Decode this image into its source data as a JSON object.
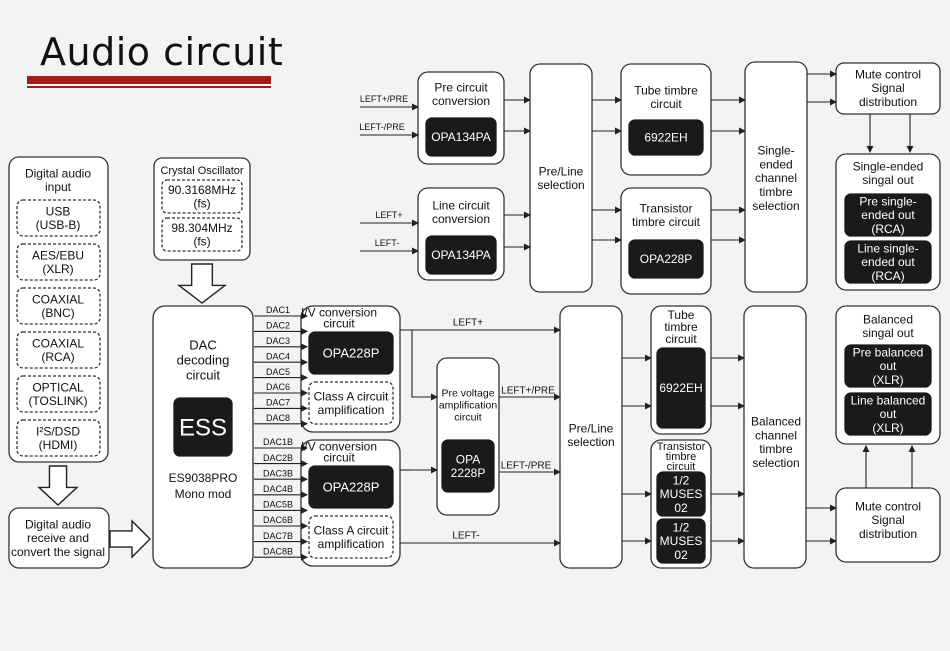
{
  "title": "Audio circuit",
  "colors": {
    "accent": "#a31c1c",
    "dark_box": "#1a1a1a",
    "box_fill": "#ffffff",
    "stroke": "#333333"
  },
  "digital_input": {
    "title": [
      "Digital audio",
      "input"
    ],
    "items": [
      [
        "USB",
        "(USB-B)"
      ],
      [
        "AES/EBU",
        "(XLR)"
      ],
      [
        "COAXIAL",
        "(BNC)"
      ],
      [
        "COAXIAL",
        "(RCA)"
      ],
      [
        "OPTICAL",
        "(TOSLINK)"
      ],
      [
        "I²S/DSD",
        "(HDMI)"
      ]
    ]
  },
  "receive": [
    "Digital audio",
    "receive and",
    "convert the signal"
  ],
  "crystal": {
    "title": "Crystal Oscillator",
    "items": [
      [
        "90.3168MHz",
        "(fs)"
      ],
      [
        "98.304MHz",
        "(fs)"
      ]
    ]
  },
  "dac": {
    "label": [
      "DAC",
      "decoding",
      "circuit"
    ],
    "logo": "ESS",
    "model": [
      "ES9038PRO",
      "Mono mod"
    ]
  },
  "dac_lines_a": [
    "DAC1",
    "DAC2",
    "DAC3",
    "DAC4",
    "DAC5",
    "DAC6",
    "DAC7",
    "DAC8"
  ],
  "dac_lines_b": [
    "DAC1B",
    "DAC2B",
    "DAC3B",
    "DAC4B",
    "DAC5B",
    "DAC6B",
    "DAC7B",
    "DAC8B"
  ],
  "iv_top": {
    "title": [
      "I/V conversion",
      "circuit"
    ],
    "chip": "OPA228P",
    "amp": [
      "Class A circuit",
      "amplification"
    ]
  },
  "iv_bottom": {
    "title": [
      "I/V conversion",
      "circuit"
    ],
    "chip": "OPA228P",
    "amp": [
      "Class A circuit",
      "amplification"
    ]
  },
  "pre_voltage": {
    "title": [
      "Pre voltage",
      "amplification",
      "circuit"
    ],
    "chip": [
      "OPA",
      "2228P"
    ]
  },
  "signal_labels": {
    "left_plus": "LEFT+",
    "left_minus": "LEFT-",
    "left_plus_pre": "LEFT+/PRE",
    "left_minus_pre": "LEFT-/PRE",
    "in_left_plus_pre": "LEFT+/PRE",
    "in_left_minus_pre": "LEFT-/PRE",
    "in_left_plus": "LEFT+",
    "in_left_minus": "LEFT-"
  },
  "pre_circuit": {
    "title": [
      "Pre circuit",
      "conversion"
    ],
    "chip": "OPA134PA"
  },
  "line_circuit": {
    "title": [
      "Line circuit",
      "conversion"
    ],
    "chip": "OPA134PA"
  },
  "pre_line_top": [
    "Pre/Line",
    "selection"
  ],
  "pre_line_bottom": [
    "Pre/Line",
    "selection"
  ],
  "tube_top": {
    "title": [
      "Tube timbre",
      "circuit"
    ],
    "chip": "6922EH"
  },
  "transistor_top": {
    "title": [
      "Transistor",
      "timbre circuit"
    ],
    "chip": "OPA228P"
  },
  "single_timbre": [
    "Single-",
    "ended",
    "channel",
    "timbre",
    "selection"
  ],
  "tube_bottom": {
    "title": [
      "Tube",
      "timbre",
      "circuit"
    ],
    "chip": "6922EH"
  },
  "transistor_bottom": {
    "title": [
      "Transistor",
      "timbre",
      "circuit"
    ],
    "chips": [
      [
        "1/2",
        "MUSES",
        "02"
      ],
      [
        "1/2",
        "MUSES",
        "02"
      ]
    ]
  },
  "balanced_timbre": [
    "Balanced",
    "channel",
    "timbre",
    "selection"
  ],
  "mute_top": [
    "Mute control",
    "Signal",
    "distribution"
  ],
  "mute_bottom": [
    "Mute control",
    "Signal",
    "distribution"
  ],
  "single_out": {
    "title": [
      "Single-ended",
      "singal out"
    ],
    "items": [
      [
        "Pre single-",
        "ended out",
        "(RCA)"
      ],
      [
        "Line single-",
        "ended out",
        "(RCA)"
      ]
    ]
  },
  "balanced_out": {
    "title": [
      "Balanced",
      "singal out"
    ],
    "items": [
      [
        "Pre balanced",
        "out",
        "(XLR)"
      ],
      [
        "Line balanced",
        "out",
        "(XLR)"
      ]
    ]
  }
}
